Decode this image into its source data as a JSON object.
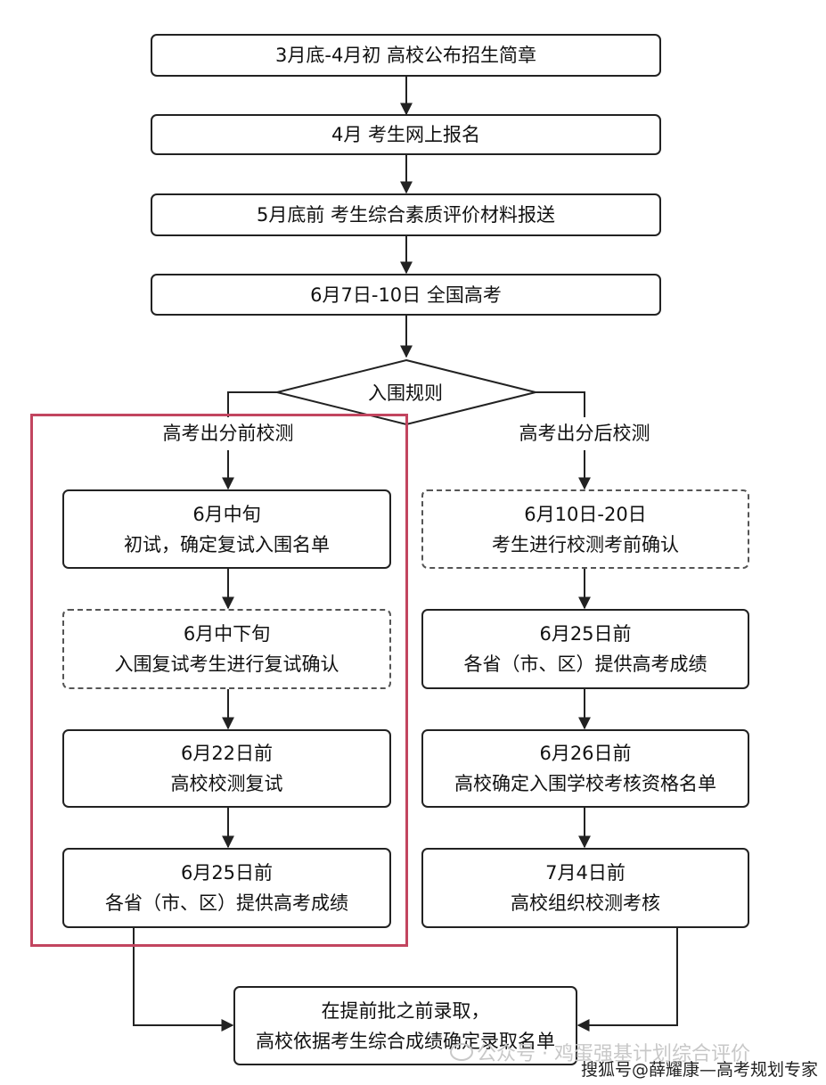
{
  "top_steps": [
    "3月底-4月初 高校公布招生简章",
    "4月 考生网上报名",
    "5月底前 考生综合素质评价材料报送",
    "6月7日-10日 全国高考"
  ],
  "decision": "入围规则",
  "left_branch": {
    "label": "高考出分前校测",
    "steps": [
      {
        "line1": "6月中旬",
        "line2": "初试，确定复试入围名单"
      },
      {
        "line1": "6月中下旬",
        "line2": "入围复试考生进行复试确认"
      },
      {
        "line1": "6月22日前",
        "line2": "高校校测复试"
      },
      {
        "line1": "6月25日前",
        "line2": "各省（市、区）提供高考成绩"
      }
    ]
  },
  "right_branch": {
    "label": "高考出分后校测",
    "steps": [
      {
        "line1": "6月10日-20日",
        "line2": "考生进行校测考前确认"
      },
      {
        "line1": "6月25日前",
        "line2": "各省（市、区）提供高考成绩"
      },
      {
        "line1": "6月26日前",
        "line2": "高校确定入围学校考核资格名单"
      },
      {
        "line1": "7月4日前",
        "line2": "高校组织校测考核"
      }
    ]
  },
  "final_step": {
    "line1": "在提前批之前录取，",
    "line2": "高校依据考生综合成绩确定录取名单"
  },
  "watermarks": [
    "公众号 · 鸡蛋强基计划综合评价",
    "搜狐号@薛耀康—高考规划专家"
  ]
}
